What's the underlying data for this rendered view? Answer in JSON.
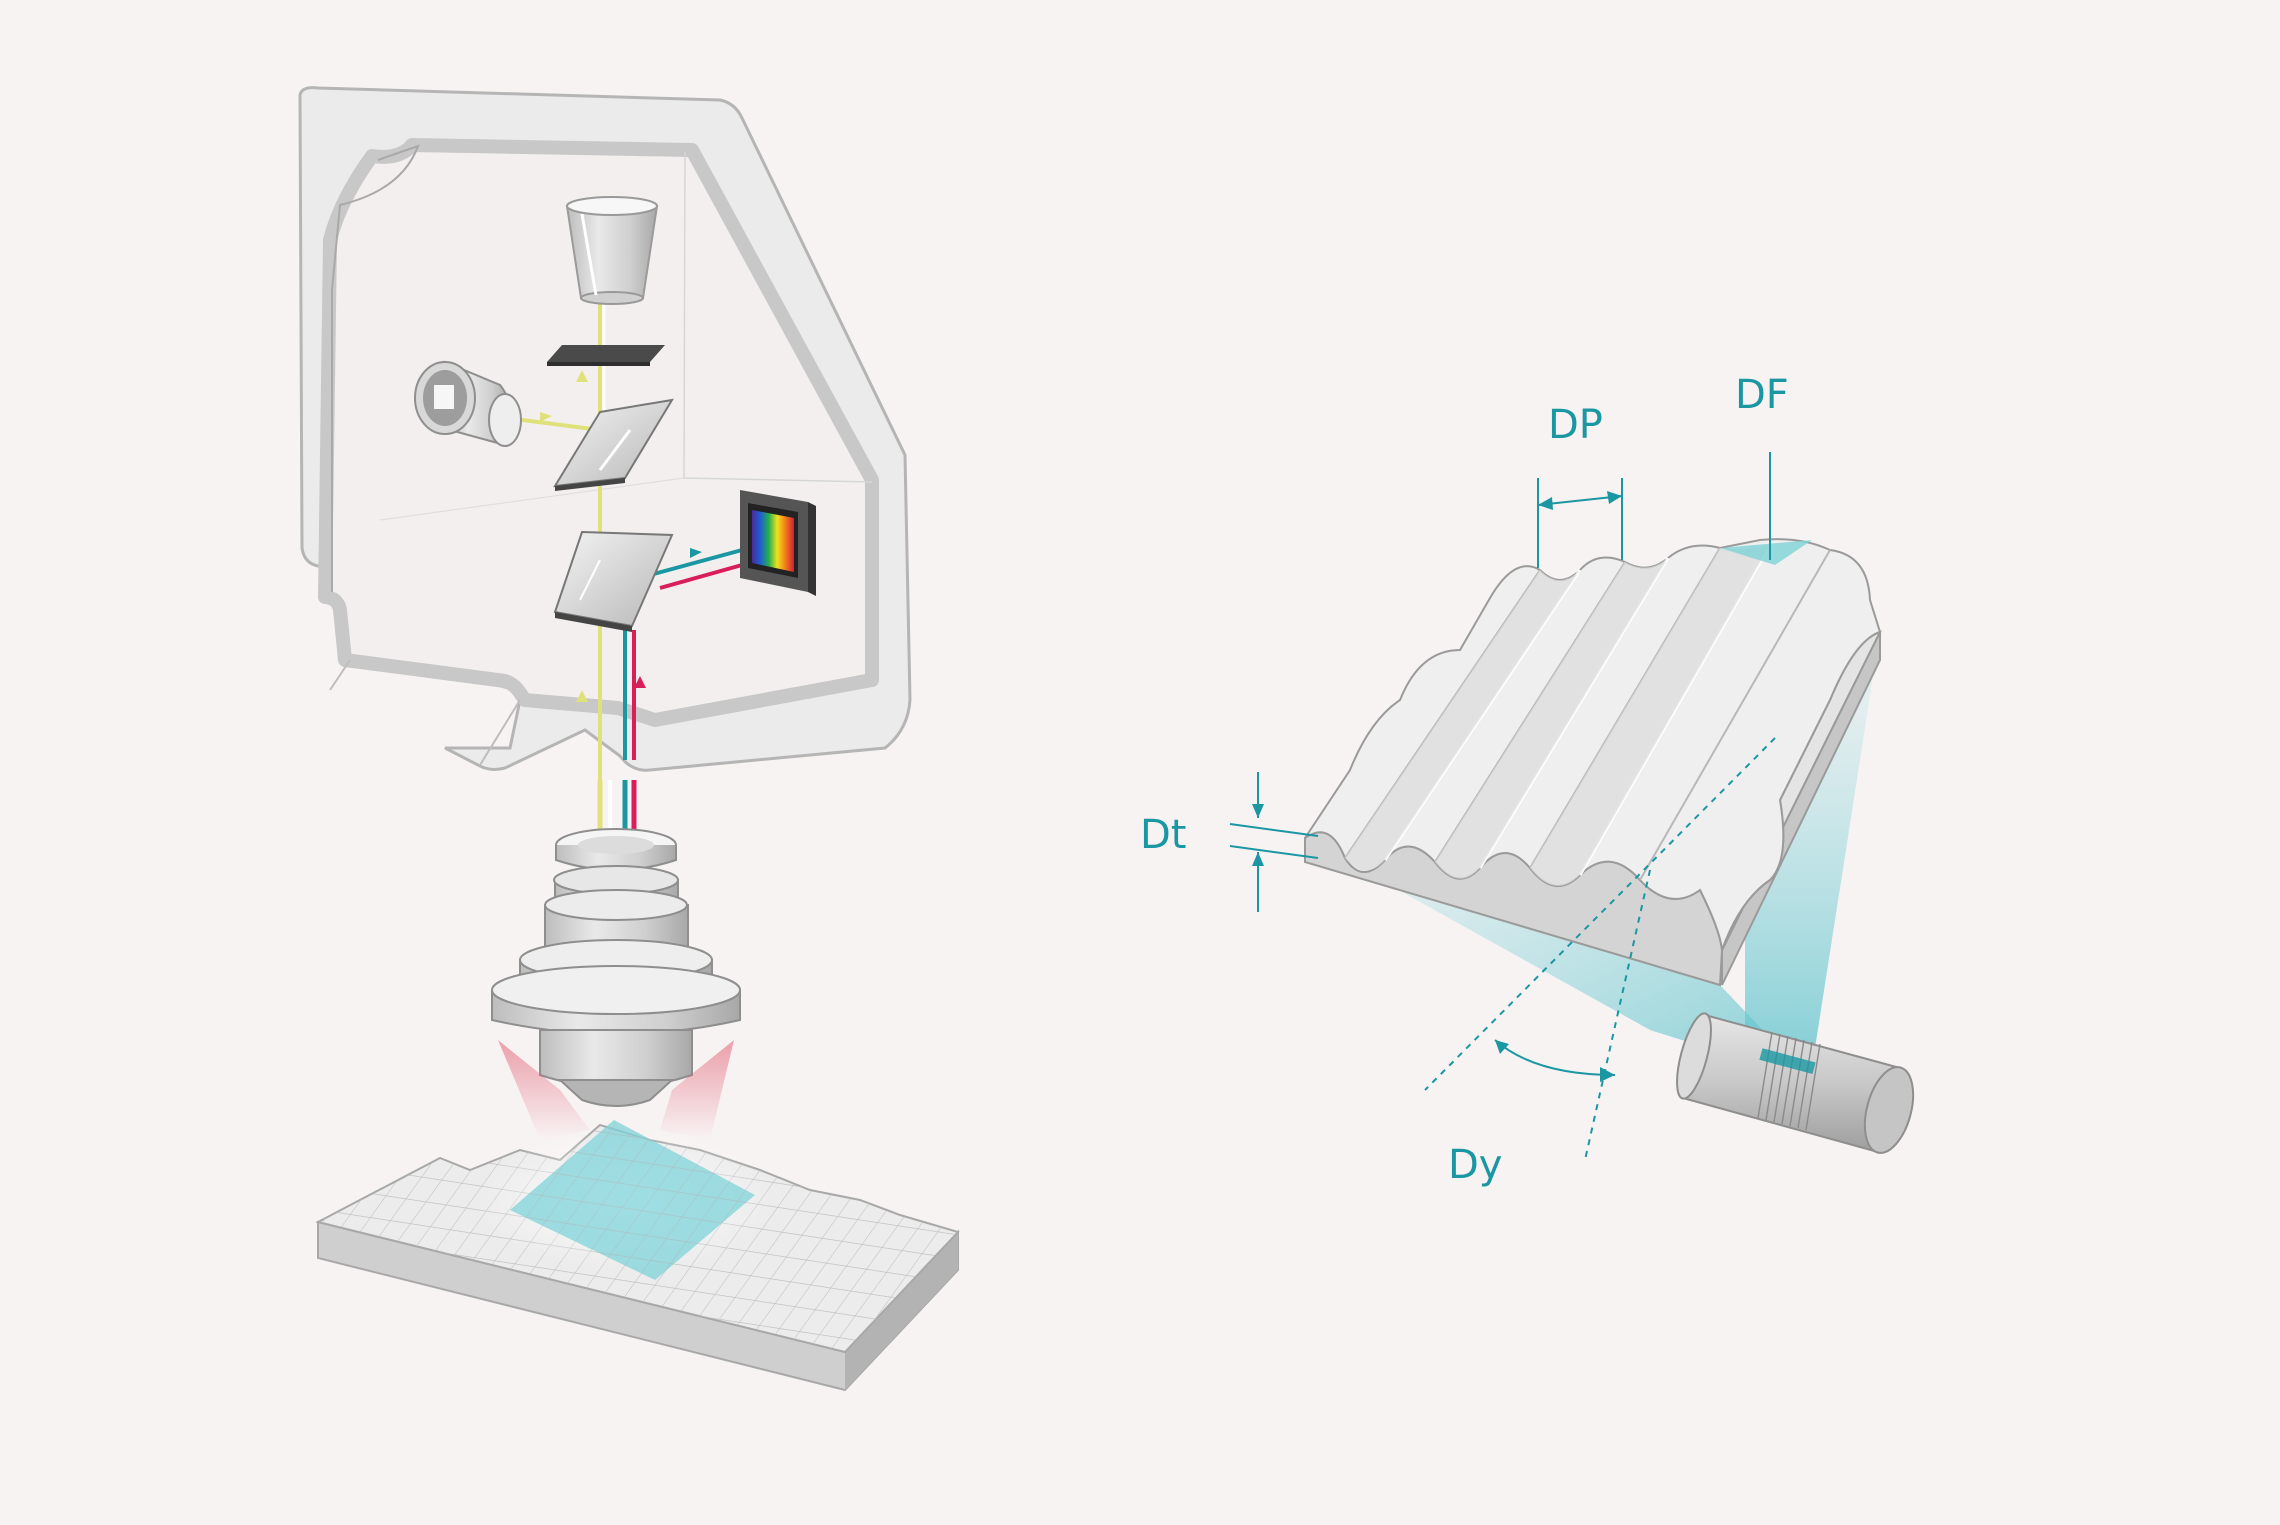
{
  "figure": {
    "microscope": {
      "components": [
        "housing",
        "light-source",
        "filter",
        "camera",
        "beam-splitter",
        "dichroic-mirror",
        "spectrometer",
        "objective",
        "sample-surface"
      ],
      "beam_colors": {
        "illumination": "#dfe27a",
        "excitation": "#1a97a3",
        "emission": "#d91f5a",
        "spectrum_glow": "#e05a6e",
        "field": "#7fd3d8"
      }
    },
    "surface_model": {
      "labels": {
        "dp": "DP",
        "df": "DF",
        "dt": "Dt",
        "dy": "Dy"
      },
      "accent": "#1a97a3"
    }
  }
}
